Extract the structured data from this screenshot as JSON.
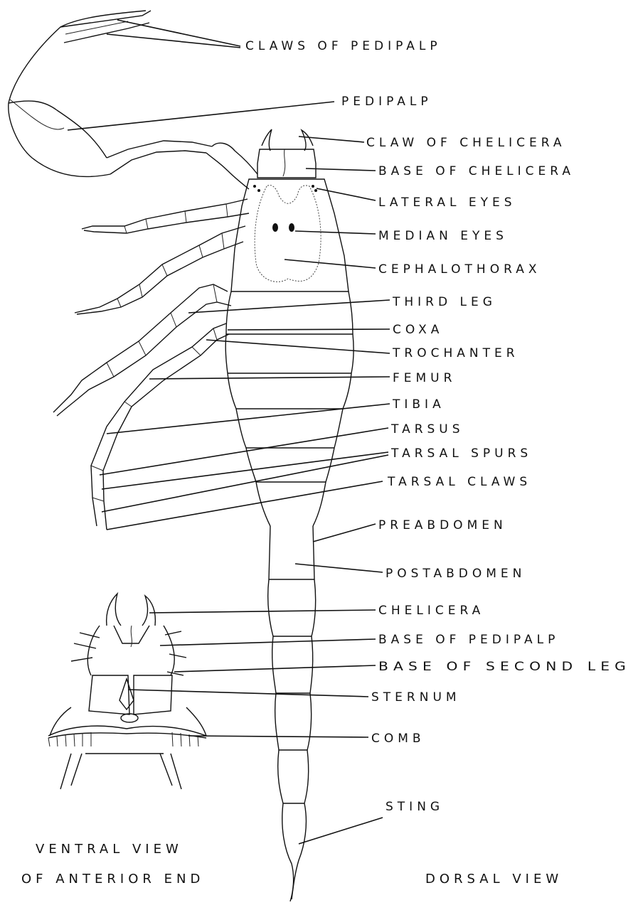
{
  "labels": {
    "claws_of_pedipalp": "CLAWS OF PEDIPALP",
    "pedipalp": "PEDIPALP",
    "claw_of_chelicera": "CLAW OF CHELICERA",
    "base_of_chelicera": "BASE OF CHELICERA",
    "lateral_eyes": "LATERAL EYES",
    "median_eyes": "MEDIAN EYES",
    "cephalothorax": "CEPHALOTHORAX",
    "third_leg": "THIRD LEG",
    "coxa": "COXA",
    "trochanter": "TROCHANTER",
    "femur": "FEMUR",
    "tibia": "TIBIA",
    "tarsus": "TARSUS",
    "tarsal_spurs": "TARSAL SPURS",
    "tarsal_claws": "TARSAL CLAWS",
    "preabdomen": "PREABDOMEN",
    "postabdomen": "POSTABDOMEN",
    "chelicera": "CHELICERA",
    "base_of_pedipalp": "BASE OF PEDIPALP",
    "base_of_second_leg": "BASE OF SECOND LEG",
    "sternum": "STERNUM",
    "comb": "COMB",
    "sting": "STING"
  },
  "captions": {
    "ventral_line1": "VENTRAL VIEW",
    "ventral_line2": "OF ANTERIOR END",
    "dorsal": "DORSAL VIEW"
  }
}
